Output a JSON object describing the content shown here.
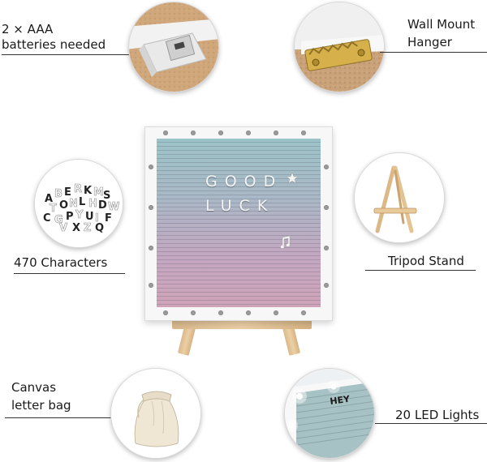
{
  "callouts": {
    "batteries": "2 × AAA\nbatteries needed",
    "batteries_line1": "2 × AAA",
    "batteries_line2": "batteries needed",
    "wall_line1": "Wall Mount",
    "wall_line2": "Hanger",
    "characters": "470 Characters",
    "tripod": "Tripod Stand",
    "bag_line1": "Canvas",
    "bag_line2": "letter bag",
    "led": "20 LED Lights"
  },
  "board": {
    "line1": "GOOD",
    "line2": "LUCK"
  },
  "colors": {
    "felt_top": "#9cc3c7",
    "felt_bottom": "#cfa4b9",
    "frame": "#f7f7f7",
    "wood": "#e3c497"
  }
}
